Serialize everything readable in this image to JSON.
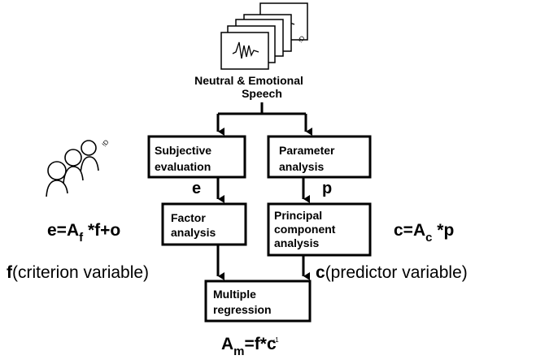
{
  "speech": {
    "line1": "Neutral & Emotional",
    "line2": "Speech",
    "doc_mark": "!D"
  },
  "listeners": {
    "mark": "!D"
  },
  "boxes": {
    "subjective": {
      "line1": "Subjective",
      "line2": "evaluation"
    },
    "parameter": {
      "line1": "Parameter",
      "line2": "analysis"
    },
    "factor": {
      "line1": "Factor",
      "line2": "analysis"
    },
    "pca": {
      "line1": "Principal",
      "line2": "component",
      "line3": "analysis"
    },
    "regression": {
      "line1": "Multiple",
      "line2": "regression"
    }
  },
  "symbols": {
    "e": "e",
    "p": "p",
    "f": "f",
    "c": "c"
  },
  "labels": {
    "criterion": "(criterion variable)",
    "predictor": "(predictor variable)"
  },
  "equations": {
    "left": {
      "pre": "e=A",
      "sub": "f",
      "post": " *f+o"
    },
    "right": {
      "pre": "c=A",
      "sub": "c",
      "post": " *p"
    },
    "bottom": {
      "pre": "A",
      "sub": "m",
      "post": "=f*c",
      "sup": "-1"
    }
  }
}
